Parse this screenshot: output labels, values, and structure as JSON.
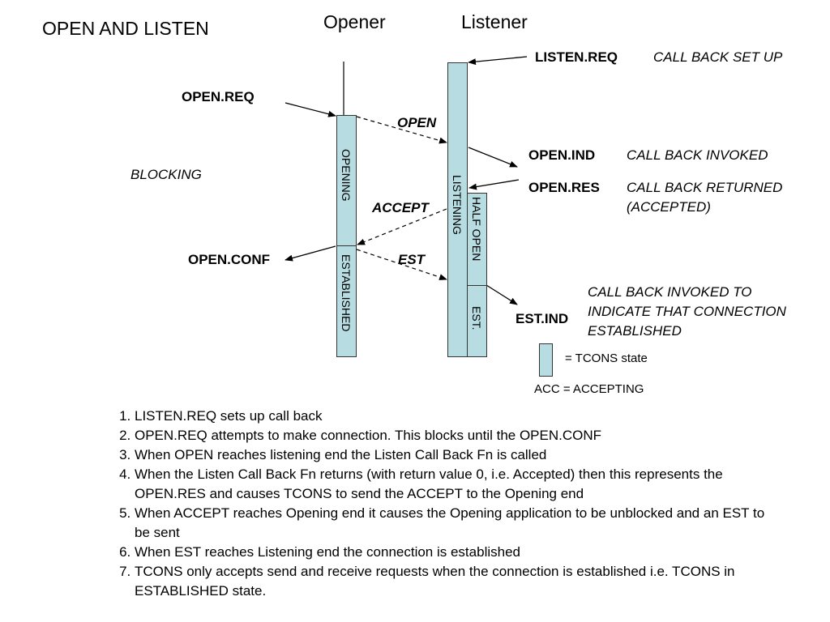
{
  "title": "OPEN AND LISTEN",
  "headers": {
    "opener": "Opener",
    "listener": "Listener"
  },
  "primitives": {
    "listen_req": "LISTEN.REQ",
    "open_req": "OPEN.REQ",
    "open_ind": "OPEN.IND",
    "open_res": "OPEN.RES",
    "open_conf": "OPEN.CONF",
    "est_ind": "EST.IND"
  },
  "messages": {
    "open": "OPEN",
    "accept": "ACCEPT",
    "est": "EST"
  },
  "annotations": {
    "callback_setup": "CALL BACK SET UP",
    "callback_invoked": "CALL BACK INVOKED",
    "callback_returned_1": "CALL BACK RETURNED",
    "callback_returned_2": "(ACCEPTED)",
    "callback_est_1": "CALL BACK INVOKED TO",
    "callback_est_2": "INDICATE THAT CONNECTION",
    "callback_est_3": "ESTABLISHED",
    "blocking": "BLOCKING"
  },
  "states": {
    "opening": "OPENING",
    "established": "ESTABLISHED",
    "listening": "LISTENING",
    "half_open": "HALF OPEN",
    "est": "EST."
  },
  "legend": {
    "tcons_state": "= TCONS state",
    "acc": "ACC = ACCEPTING"
  },
  "colors": {
    "state_fill": "#b7dde3"
  },
  "notes": [
    "LISTEN.REQ sets up call back",
    "OPEN.REQ attempts to make connection. This blocks until the OPEN.CONF",
    "When OPEN reaches listening end the Listen Call Back Fn is called",
    "When the Listen Call Back Fn returns (with return value 0, i.e. Accepted) then this represents the OPEN.RES and causes TCONS to send the ACCEPT to the Opening end",
    "When ACCEPT reaches Opening end it causes the Opening application to be unblocked and an EST to be sent",
    "When EST reaches Listening end the connection is established",
    "TCONS only accepts send and receive requests when the connection is established i.e. TCONS in ESTABLISHED state."
  ]
}
